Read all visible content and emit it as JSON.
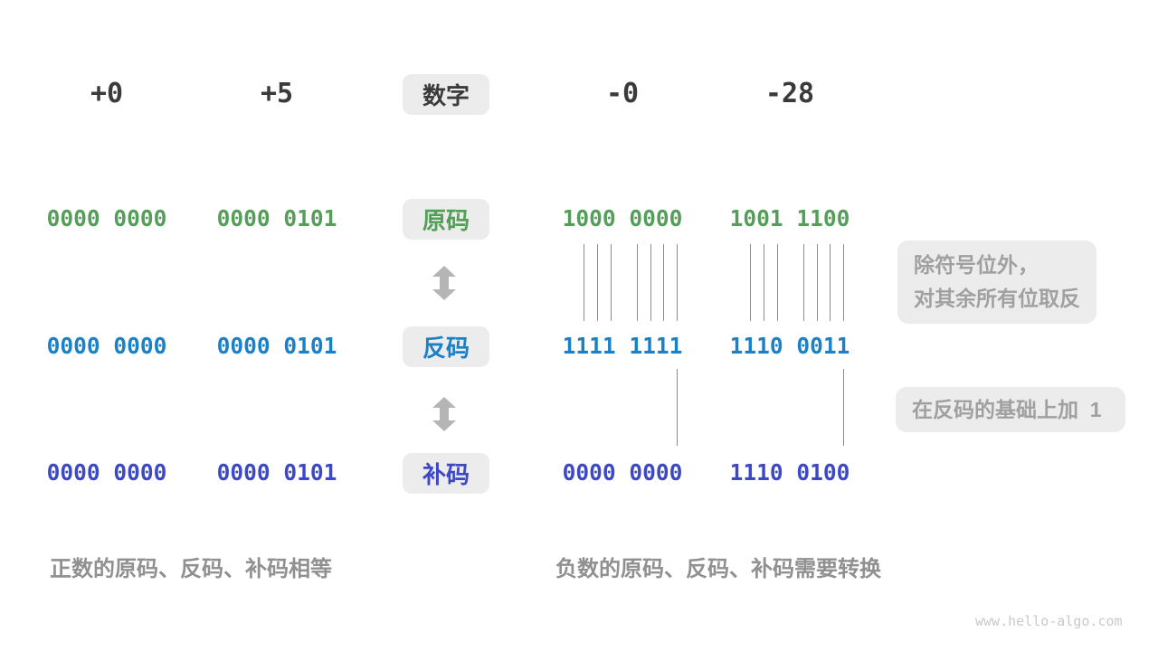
{
  "header": {
    "values": [
      "+0",
      "+5",
      "-0",
      "-28"
    ],
    "label": "数字"
  },
  "rows": [
    {
      "label": "原码",
      "values": [
        "0000 0000",
        "0000 0101",
        "1000 0000",
        "1001 1100"
      ]
    },
    {
      "label": "反码",
      "values": [
        "0000 0000",
        "0000 0101",
        "1111 1111",
        "1110 0011"
      ]
    },
    {
      "label": "补码",
      "values": [
        "0000 0000",
        "0000 0101",
        "0000 0000",
        "1110 0100"
      ]
    }
  ],
  "annotations": {
    "flip": {
      "lines": [
        "除符号位外，",
        "对其余所有位取反"
      ]
    },
    "add_one": "在反码的基础上加  1"
  },
  "captions": {
    "positive": "正数的原码、反码、补码相等",
    "negative": "负数的原码、反码、补码需要转换"
  },
  "watermark": "www.hello-algo.com",
  "colors": {
    "sign_magnitude_green": "#559e5a",
    "ones_complement_blue": "#1a80c8",
    "twos_complement_indigo": "#3c48c4",
    "tag_background": "#ececec",
    "note_text": "#a0a0a0",
    "caption_text": "#909090",
    "connector_line_gray": "#8c8c8c",
    "arrow_gray": "#b5b5b5",
    "heading_text": "#3a3a3a"
  }
}
